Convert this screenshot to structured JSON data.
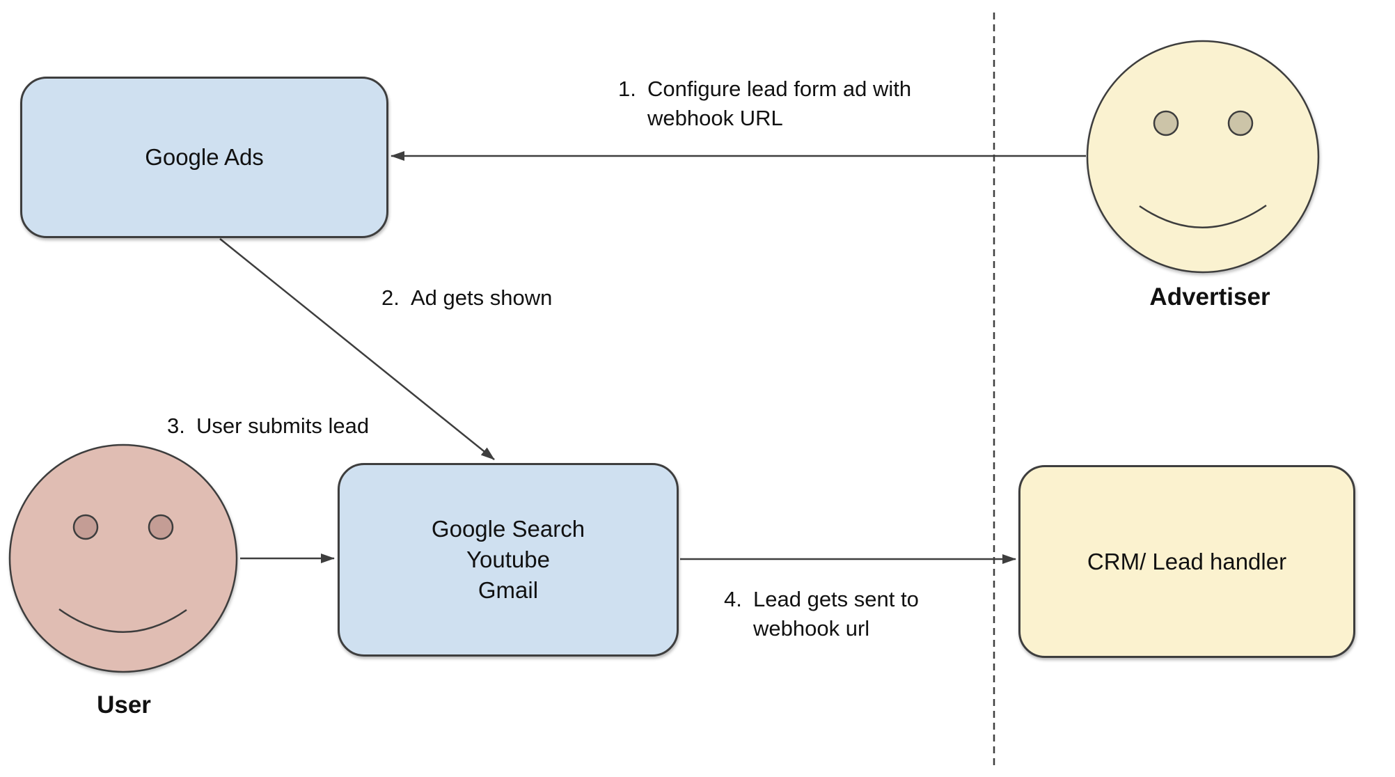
{
  "diagram": {
    "nodes": {
      "google_ads": {
        "label": "Google Ads"
      },
      "google_surfaces": {
        "line1": "Google Search",
        "line2": "Youtube",
        "line3": "Gmail"
      },
      "crm": {
        "label": "CRM/ Lead handler"
      }
    },
    "actors": {
      "advertiser": {
        "label": "Advertiser"
      },
      "user": {
        "label": "User"
      }
    },
    "steps": [
      {
        "num": "1.",
        "line1": "Configure lead form ad with",
        "line2": "webhook URL"
      },
      {
        "num": "2.",
        "line1": "Ad gets shown"
      },
      {
        "num": "3.",
        "line1": "User submits lead"
      },
      {
        "num": "4.",
        "line1": "Lead gets sent to",
        "line2": "webhook url"
      }
    ],
    "colors": {
      "node_blue_fill": "#cfe0f0",
      "node_yellow_fill": "#fbf2cf",
      "user_face_fill": "#e0bdb3",
      "user_eye_fill": "#c49d95",
      "advertiser_face_fill": "#faf2d0",
      "advertiser_eye_fill": "#ccc4a8",
      "stroke": "#3e3e3e",
      "text": "#111111"
    }
  }
}
